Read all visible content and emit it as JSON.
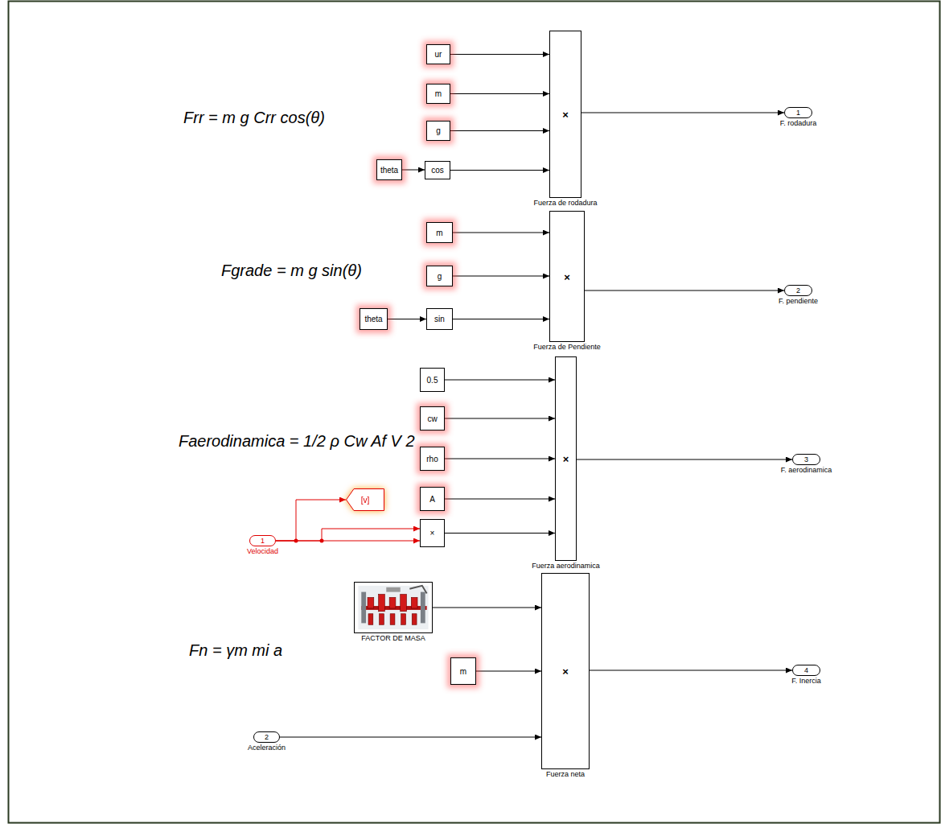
{
  "diagram": {
    "nodes": [
      {
        "text": [
          "ur"
        ]
      },
      {
        "text": [
          "m"
        ]
      },
      {
        "text": [
          "g"
        ]
      },
      {
        "text": [
          "theta"
        ]
      },
      {
        "text": [
          "cos"
        ]
      },
      {
        "text": [
          "×",
          "Fuerza de rodadura"
        ]
      },
      {
        "text": [
          "1",
          "F. rodadura"
        ]
      },
      {
        "text": [
          "m"
        ]
      },
      {
        "text": [
          "g"
        ]
      },
      {
        "text": [
          "theta"
        ]
      },
      {
        "text": [
          "sin"
        ]
      },
      {
        "text": [
          "×",
          "Fuerza de Pendiente"
        ]
      },
      {
        "text": [
          "2",
          "F. pendiente"
        ]
      },
      {
        "text": [
          "0.5"
        ]
      },
      {
        "text": [
          "cw"
        ]
      },
      {
        "text": [
          "rho"
        ]
      },
      {
        "text": [
          "A"
        ]
      },
      {
        "text": [
          "1",
          "Velocidad"
        ]
      },
      {
        "text": [
          "[v]"
        ]
      },
      {
        "text": [
          "×"
        ]
      },
      {
        "text": [
          "×",
          "Fuerza aerodinamica"
        ]
      },
      {
        "text": [
          "3",
          "F. aerodinamica"
        ]
      },
      {
        "text": [
          "FACTOR DE MASA"
        ]
      },
      {
        "text": [
          "m"
        ]
      },
      {
        "text": [
          "2",
          "Aceleración"
        ]
      },
      {
        "text": [
          "×",
          "Fuerza neta"
        ]
      },
      {
        "text": [
          "4",
          "F. Inercia"
        ]
      }
    ],
    "edges": [
      {
        "from": 0,
        "to": 5,
        "arrow": "to"
      },
      {
        "from": 1,
        "to": 5,
        "arrow": "to"
      },
      {
        "from": 2,
        "to": 5,
        "arrow": "to"
      },
      {
        "from": 3,
        "to": 4,
        "arrow": "to"
      },
      {
        "from": 4,
        "to": 5,
        "arrow": "to"
      },
      {
        "from": 5,
        "to": 6,
        "arrow": "to"
      },
      {
        "from": 7,
        "to": 11,
        "arrow": "to"
      },
      {
        "from": 8,
        "to": 11,
        "arrow": "to"
      },
      {
        "from": 9,
        "to": 10,
        "arrow": "to"
      },
      {
        "from": 10,
        "to": 11,
        "arrow": "to"
      },
      {
        "from": 11,
        "to": 12,
        "arrow": "to"
      },
      {
        "from": 13,
        "to": 20,
        "arrow": "to"
      },
      {
        "from": 14,
        "to": 20,
        "arrow": "to"
      },
      {
        "from": 15,
        "to": 20,
        "arrow": "to"
      },
      {
        "from": 16,
        "to": 20,
        "arrow": "to"
      },
      {
        "from": 17,
        "to": 18,
        "arrow": "to"
      },
      {
        "from": 17,
        "to": 19,
        "arrow": "to"
      },
      {
        "from": 17,
        "to": 19,
        "arrow": "to"
      },
      {
        "from": 19,
        "to": 20,
        "arrow": "to"
      },
      {
        "from": 20,
        "to": 21,
        "arrow": "to"
      },
      {
        "from": 22,
        "to": 25,
        "arrow": "to"
      },
      {
        "from": 23,
        "to": 25,
        "arrow": "to"
      },
      {
        "from": 24,
        "to": 25,
        "arrow": "to"
      },
      {
        "from": 25,
        "to": 26,
        "arrow": "to"
      }
    ],
    "labels": [
      "Frr = m g Crr cos(θ)",
      "Fgrade = m g sin(θ)",
      "Faerodinamica = 1/2 ρ Cw Af V 2",
      "Fn = γm mi a"
    ]
  }
}
